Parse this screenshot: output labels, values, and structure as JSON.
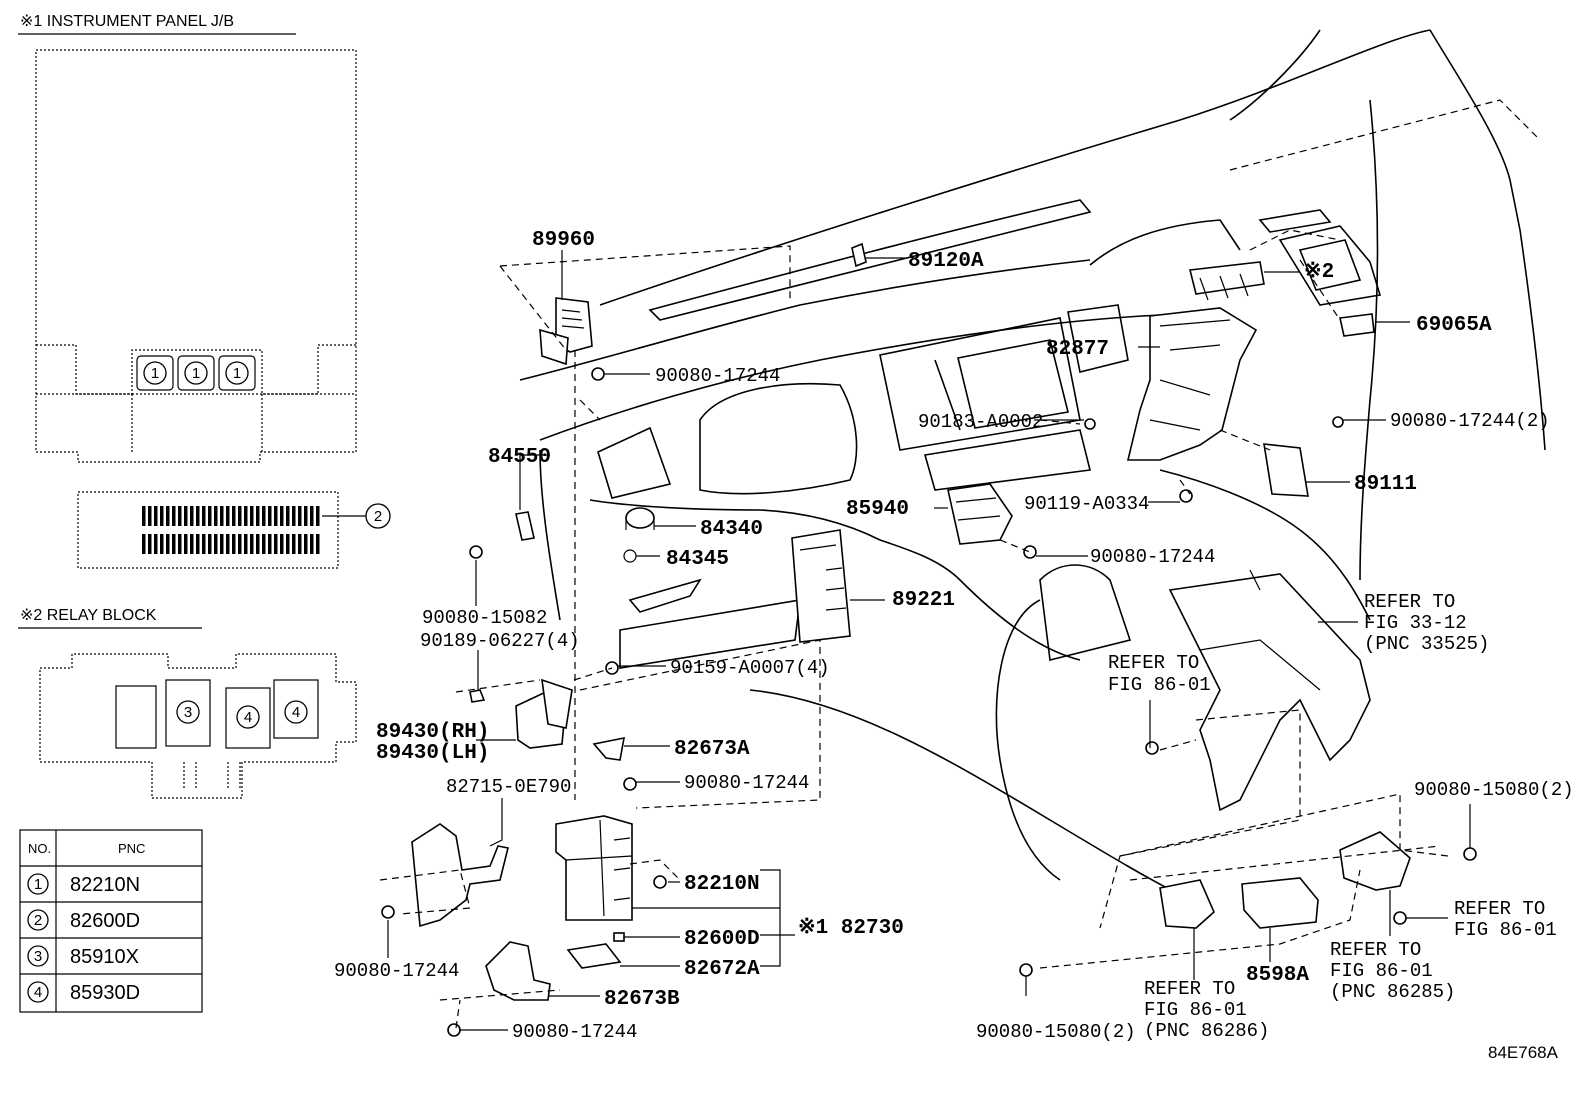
{
  "sections": {
    "instrument_panel_jb": "※1 INSTRUMENT PANEL J/B",
    "relay_block": "※2 RELAY BLOCK"
  },
  "connector_refs": [
    "1",
    "1",
    "1",
    "2",
    "3",
    "4",
    "4"
  ],
  "pnc_table": {
    "headers": [
      "NO.",
      "PNC"
    ],
    "rows": [
      {
        "no": "1",
        "pnc": "82210N"
      },
      {
        "no": "2",
        "pnc": "82600D"
      },
      {
        "no": "3",
        "pnc": "85910X"
      },
      {
        "no": "4",
        "pnc": "85930D"
      }
    ]
  },
  "parts": {
    "p89960": "89960",
    "p89120A": "89120A",
    "p90080_17244_a": "90080-17244",
    "p84550": "84550",
    "p84340": "84340",
    "p84345": "84345",
    "p90080_15082": "90080-15082",
    "p90189_06227": "90189-06227(4)",
    "p90159_A0007": "90159-A0007(4)",
    "p89430RH": "89430(RH)",
    "p89430LH": "89430(LH)",
    "p82673A": "82673A",
    "p90080_17244_b": "90080-17244",
    "p82715": "82715-0E790",
    "p82210N": "82210N",
    "p82600D": "82600D",
    "p82672A": "82672A",
    "p82730": "※1 82730",
    "p82673B": "82673B",
    "p90080_17244_c": "90080-17244",
    "p90080_17244_d": "90080-17244",
    "p85940": "85940",
    "p89221": "89221",
    "p82877": "82877",
    "p90183": "90183-A0002",
    "p90119": "90119-A0334",
    "p90080_17244_e": "90080-17244",
    "p89111": "89111",
    "p69065A": "69065A",
    "p90080_17244_2": "90080-17244(2)",
    "p2": "※2",
    "p90080_15080_a": "90080-15080(2)",
    "p90080_15080_b": "90080-15080(2)",
    "p8598A": "8598A"
  },
  "refers": {
    "r1": [
      "REFER TO",
      "FIG 33-12",
      "(PNC 33525)"
    ],
    "r2": [
      "REFER TO",
      "FIG 86-01"
    ],
    "r3": [
      "REFER TO",
      "FIG 86-01"
    ],
    "r4": [
      "REFER TO",
      "FIG 86-01",
      "(PNC 86285)"
    ],
    "r5": [
      "REFER TO",
      "FIG 86-01",
      "(PNC 86286)"
    ]
  },
  "figure_id": "84E768A"
}
